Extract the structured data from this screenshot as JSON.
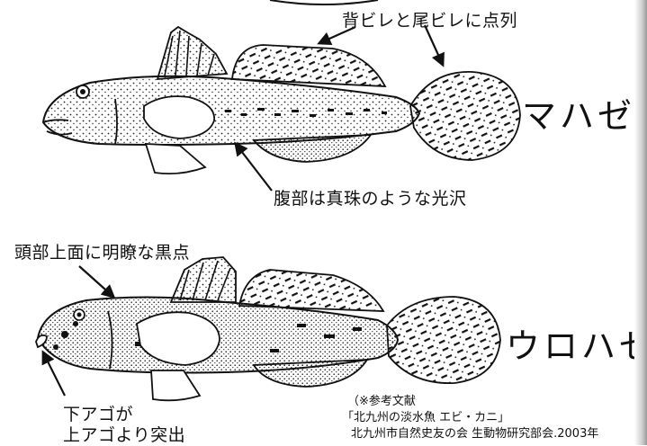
{
  "annotations": {
    "dorsal_caudal_dots": "背ビレと尾ビレに点列",
    "belly_luster": "腹部は真珠のような光沢",
    "head_black_spots": "頭部上面に明瞭な黒点",
    "lower_jaw_line1": "下アゴが",
    "lower_jaw_line2": "上アゴより突出"
  },
  "species": {
    "mahaze": "マハゼ",
    "urohaze": "ウロハゼ"
  },
  "reference": {
    "heading": "（※参考文献",
    "book": "「北九州の淡水魚 エビ・カニ」",
    "publisher": "北九州市自然史友の会 生動物研究部会.2003年"
  },
  "colors": {
    "ink": "#111111",
    "background": "#ffffff",
    "edge_shadow": "#9a9a9a"
  }
}
